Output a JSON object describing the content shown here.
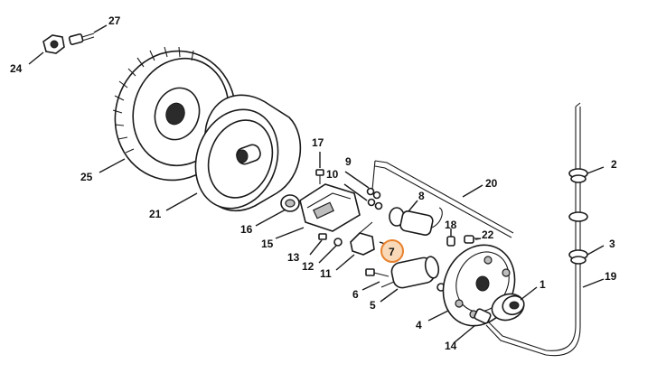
{
  "diagram": {
    "callouts": [
      "1",
      "2",
      "3",
      "4",
      "5",
      "6",
      "7",
      "8",
      "9",
      "10",
      "11",
      "12",
      "13",
      "14",
      "15",
      "16",
      "17",
      "18",
      "19",
      "20",
      "21",
      "22",
      "24",
      "25",
      "27"
    ],
    "highlighted_callout": "7",
    "highlight_color": "#e8822e"
  }
}
